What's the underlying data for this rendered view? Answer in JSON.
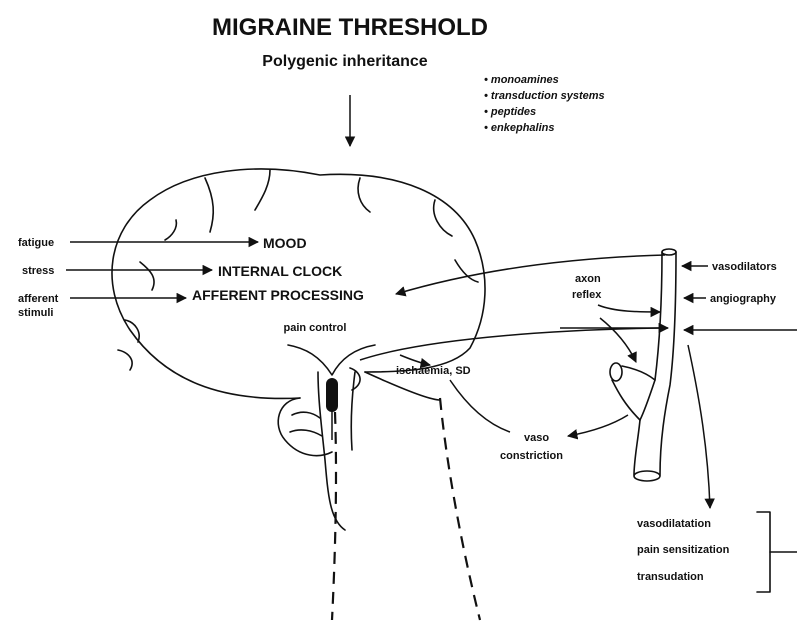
{
  "title": "MIGRAINE THRESHOLD",
  "subtitle": "Polygenic inheritance",
  "genetic_factors": [
    "monoamines",
    "transduction systems",
    "peptides",
    "enkephalins"
  ],
  "brain_functions": {
    "mood": "MOOD",
    "internal_clock": "INTERNAL CLOCK",
    "afferent_processing": "AFFERENT PROCESSING"
  },
  "inputs": {
    "fatigue": "fatigue",
    "stress": "stress",
    "afferent_stimuli_line1": "afferent",
    "afferent_stimuli_line2": "stimuli"
  },
  "brainstem": {
    "pain_control": "pain control",
    "ischaemia": "ischaemia, SD"
  },
  "vessel": {
    "axon_line1": "axon",
    "axon_line2": "reflex",
    "vasodilators": "vasodilators",
    "angiography": "angiography",
    "vasoconstriction_line1": "vaso",
    "vasoconstriction_line2": "constriction"
  },
  "effects": [
    "vasodilatation",
    "pain sensitization",
    "transudation"
  ]
}
